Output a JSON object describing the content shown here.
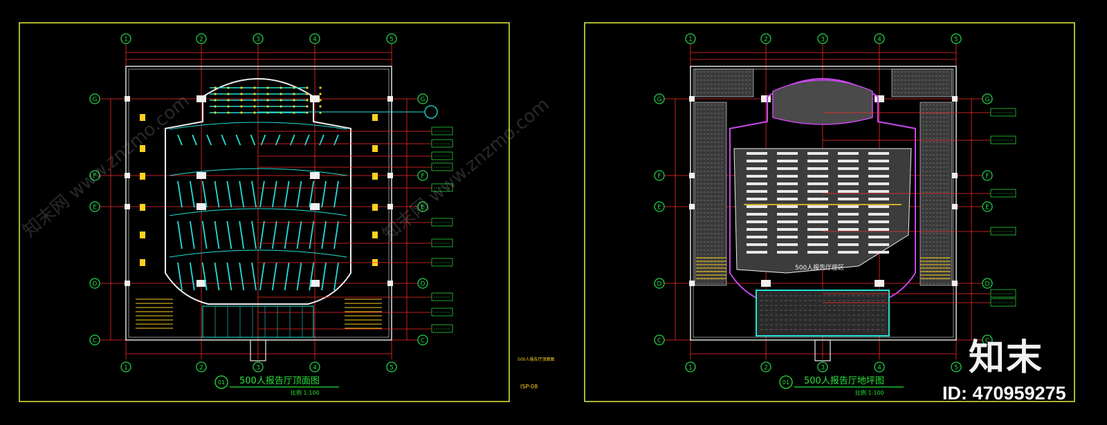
{
  "colors": {
    "background": "#000000",
    "frame": "#d8e03a",
    "axis": "#ff2a2a",
    "grid_bubble": "#22d04a",
    "seats": "#23e0d6",
    "stage_wall": "#c848e8",
    "title_text": "#29e33a",
    "callout_box": "#2ad43a",
    "wall": "#f0f0f0",
    "lamp": "#ffd21f"
  },
  "drawings": [
    {
      "title": "500人报告厅顶面图",
      "scale": "比例 1:100",
      "badge": "01",
      "grid_cols": [
        "1",
        "2",
        "3",
        "4",
        "5"
      ],
      "grid_rows": [
        "G",
        "F",
        "E",
        "D",
        "C"
      ],
      "side_label": "500人报告厅顶面图",
      "sheet_no": "ISP-08"
    },
    {
      "title": "500人报告厅地坪图",
      "scale": "比例 1:100",
      "badge": "01",
      "grid_cols": [
        "1",
        "2",
        "3",
        "4",
        "5"
      ],
      "grid_rows": [
        "G",
        "F",
        "E",
        "D",
        "C"
      ],
      "area_label": "500人报告厅座区"
    }
  ],
  "watermarks": [
    "知末网 www.znzmo.com",
    "知末网 www.znzmo.com"
  ],
  "brand": {
    "logo_text": "知末",
    "id_text": "ID: 470959275"
  },
  "icons": [
    "gridline-bubble-icon",
    "section-marker-icon"
  ]
}
